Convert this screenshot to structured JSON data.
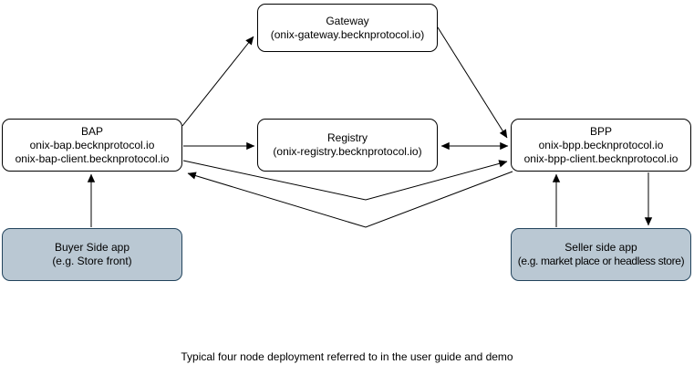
{
  "diagram": {
    "nodes": {
      "gateway": {
        "lines": [
          "Gateway",
          "(onix-gateway.becknprotocol.io)"
        ]
      },
      "bap": {
        "lines": [
          "BAP",
          "onix-bap.becknprotocol.io",
          "onix-bap-client.becknprotocol.io"
        ]
      },
      "registry": {
        "lines": [
          "Registry",
          "(onix-registry.becknprotocol.io)"
        ]
      },
      "bpp": {
        "lines": [
          "BPP",
          "onix-bpp.becknprotocol.io",
          "onix-bpp-client.becknprotocol.io"
        ]
      },
      "buyer_app": {
        "lines": [
          "Buyer Side app",
          "(e.g. Store front)"
        ]
      },
      "seller_app": {
        "lines": [
          "Seller side app",
          "(e.g. market place or headless store)"
        ]
      }
    },
    "caption": "Typical four node deployment referred to in the user guide and demo",
    "colors": {
      "background": "#ffffff",
      "node_fill": "#ffffff",
      "node_border": "#000000",
      "app_fill": "#bac8d3",
      "app_border": "#23445d",
      "arrow": "#000000",
      "text": "#000000"
    }
  }
}
